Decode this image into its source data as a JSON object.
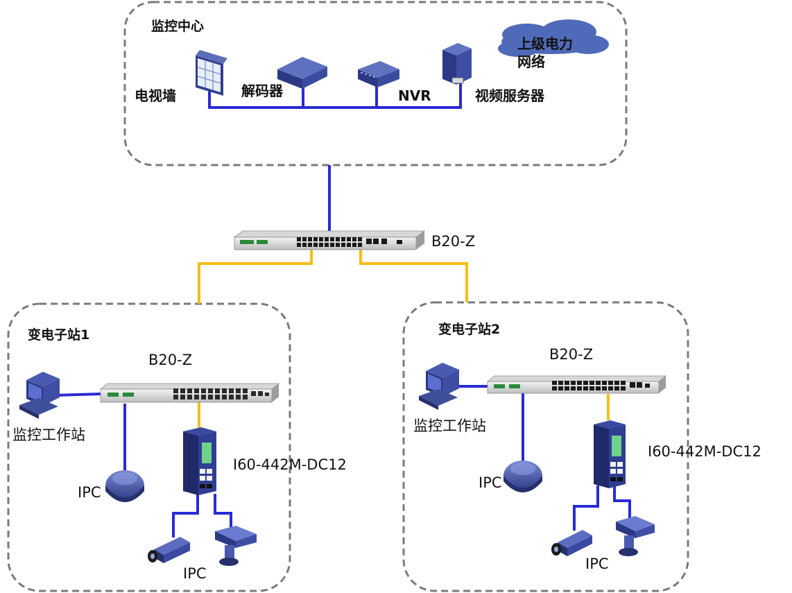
{
  "colors": {
    "network_line": "#2a2ad6",
    "fiber_line": "#f7bd16",
    "zone_border": "#7a7a7a",
    "device_blue": "#3f4f9a",
    "cloud": "#4f6ab8"
  },
  "control_center": {
    "title": "监控中心",
    "video_wall": "电视墙",
    "decoder": "解码器",
    "nvr": "NVR",
    "video_server": "视频服务器",
    "upper_network": "上级电力\n网络"
  },
  "core_switch": {
    "model": "B20-Z"
  },
  "substation_1": {
    "title": "变电子站1",
    "switch_model": "B20-Z",
    "workstation": "监控工作站",
    "ipc_dome": "IPC",
    "industrial_switch": "I60-442M-DC12",
    "ipc_cameras": "IPC"
  },
  "substation_2": {
    "title": "变电子站2",
    "switch_model": "B20-Z",
    "workstation": "监控工作站",
    "ipc_dome": "IPC",
    "industrial_switch": "I60-442M-DC12",
    "ipc_cameras": "IPC"
  },
  "icons": [
    "video-wall-icon",
    "decoder-icon",
    "nvr-icon",
    "server-icon",
    "cloud-icon",
    "switch-icon",
    "workstation-icon",
    "dome-camera-icon",
    "bullet-camera-icon",
    "industrial-switch-icon"
  ]
}
